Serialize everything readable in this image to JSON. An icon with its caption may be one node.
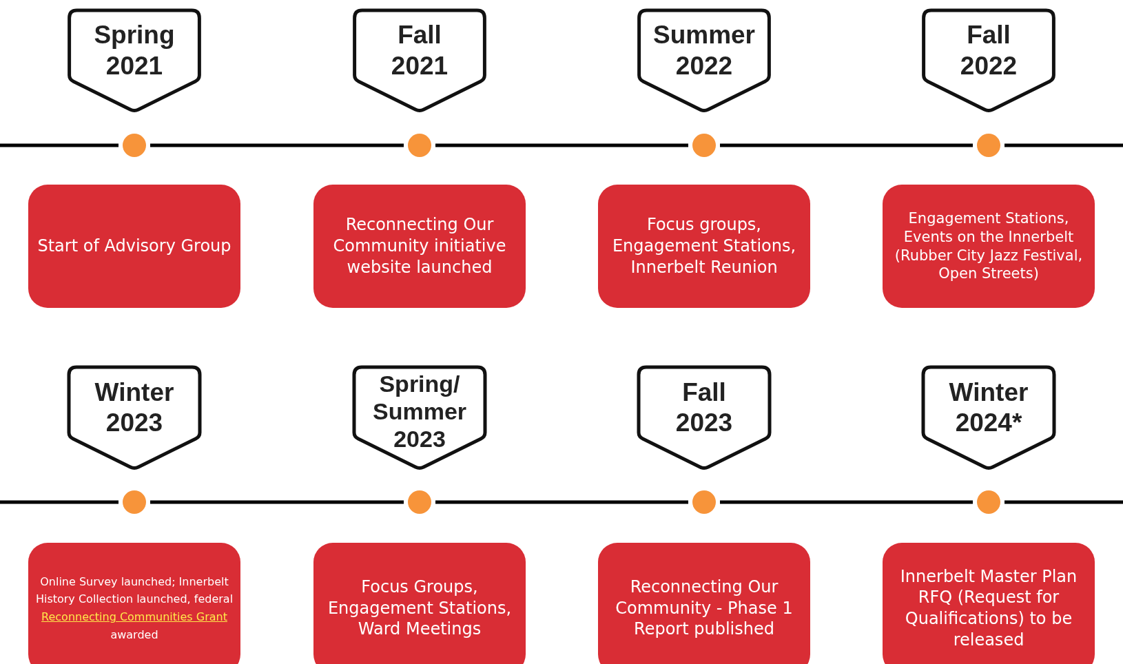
{
  "diagram": {
    "nodes": [
      {
        "text": [
          "Spring 2021"
        ]
      },
      {
        "text": [
          "Fall 2021"
        ]
      },
      {
        "text": [
          "Summer 2022"
        ]
      },
      {
        "text": [
          "Fall 2022"
        ]
      },
      {
        "text": [
          "Start of Advisory Group"
        ]
      },
      {
        "text": [
          "Reconnecting Our Community initiative website launched"
        ]
      },
      {
        "text": [
          "Focus groups, Engagement Stations, Innerbelt Reunion"
        ]
      },
      {
        "text": [
          "Engagement Stations, Events on the Innerbelt (Rubber City Jazz Festival, Open Streets)"
        ]
      },
      {
        "text": [
          "Winter 2023"
        ]
      },
      {
        "text": [
          "Spring/ Summer 2023"
        ]
      },
      {
        "text": [
          "Fall 2023"
        ]
      },
      {
        "text": [
          "Winter 2024*"
        ]
      },
      {
        "text": [
          "Online Survey launched; Innerbelt History Collection launched, federal",
          "Reconnecting Communities Grant",
          "awarded"
        ]
      },
      {
        "text": [
          "Focus Groups, Engagement Stations, Ward Meetings"
        ]
      },
      {
        "text": [
          "Reconnecting Our Community - Phase 1 Report published"
        ]
      },
      {
        "text": [
          "Innerbelt Master Plan RFQ (Request for Qualifications) to be released"
        ]
      }
    ]
  }
}
